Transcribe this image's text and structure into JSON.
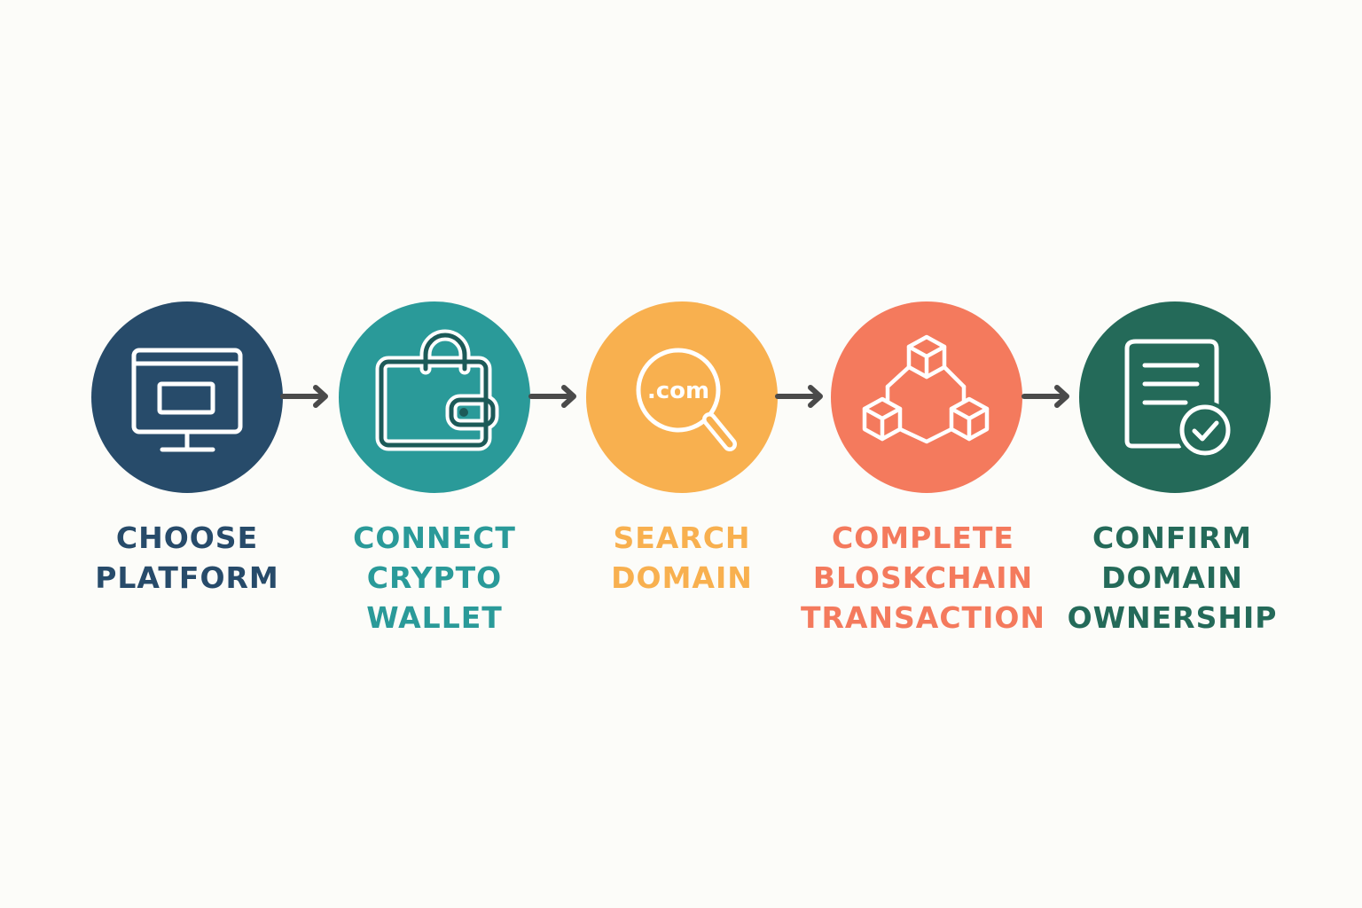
{
  "colors": {
    "background": "#fcfcf9",
    "arrow": "#4a4a4a",
    "icon_stroke": "#ffffff"
  },
  "steps": [
    {
      "icon": "monitor-icon",
      "color": "#274b6a",
      "label_lines": [
        "CHOOSE",
        "PLATFORM"
      ]
    },
    {
      "icon": "wallet-lock-icon",
      "color": "#2a9a99",
      "label_lines": [
        "CONNECT",
        "CRYPTO",
        "WALLET"
      ]
    },
    {
      "icon": "domain-search-icon",
      "color": "#f8b04f",
      "label_lines": [
        "SEARCH",
        "DOMAIN"
      ],
      "icon_text": ".com"
    },
    {
      "icon": "blockchain-cubes-icon",
      "color": "#f47a5d",
      "label_lines": [
        "COMPLETE",
        "BLOSKCHAIN",
        "TRANSACTION"
      ]
    },
    {
      "icon": "document-check-icon",
      "color": "#246a59",
      "label_lines": [
        "CONFIRM",
        "DOMAIN",
        "OWNERSHIP"
      ]
    }
  ]
}
